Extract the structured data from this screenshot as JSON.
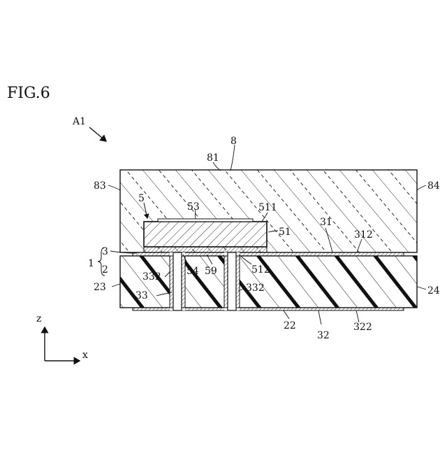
{
  "figure": {
    "title": "FIG.6",
    "device_label": "A1",
    "labels": {
      "l8": "8",
      "l81": "81",
      "l83": "83",
      "l84": "84",
      "l5": "5",
      "l53": "53",
      "l511": "511",
      "l51": "51",
      "l31": "31",
      "l312": "312",
      "l1": "1",
      "l3": "3",
      "l2": "2",
      "l23": "23",
      "l24": "24",
      "l332a": "332",
      "l33": "33",
      "l54": "54",
      "l59": "59",
      "l512": "512",
      "l332b": "332",
      "l22": "22",
      "l32": "32",
      "l322": "322"
    },
    "axes": {
      "z": "z",
      "x": "x"
    }
  }
}
